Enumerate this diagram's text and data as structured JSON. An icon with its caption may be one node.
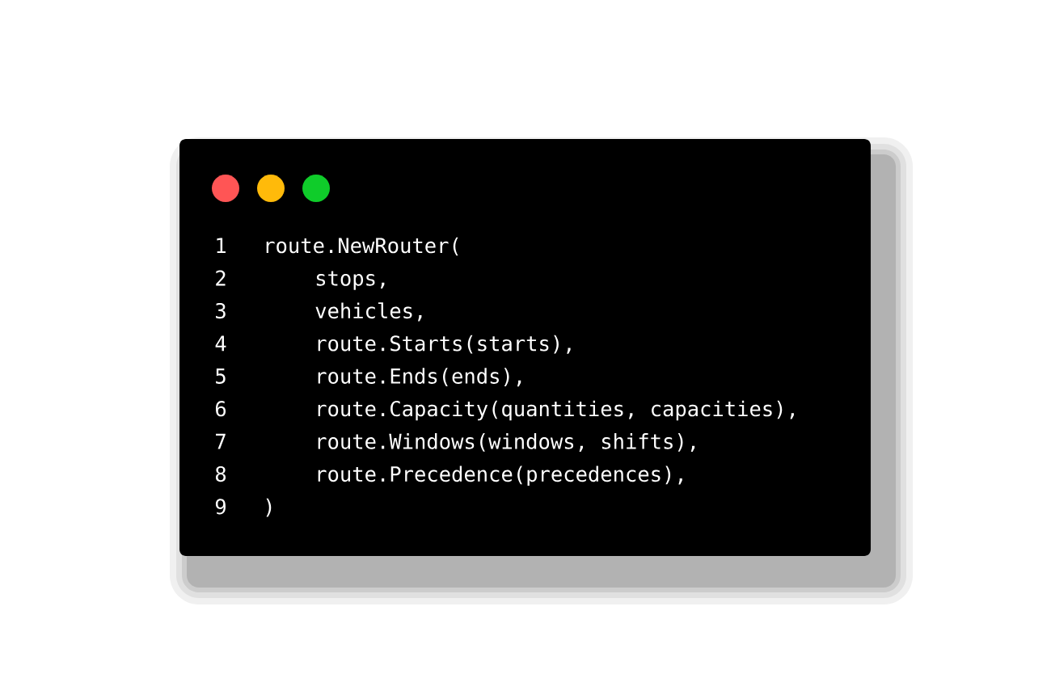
{
  "diagram": {
    "labels": [
      "1",
      "route.NewRouter(",
      "2",
      "stops,",
      "3",
      "vehicles,",
      "4",
      "route.Starts(starts),",
      "5",
      "route.Ends(ends),",
      "6",
      "route.Capacity(quantities, capacities),",
      "7",
      "route.Windows(windows, shifts),",
      "8",
      "route.Precedence(precedences),",
      "9",
      ")"
    ]
  }
}
